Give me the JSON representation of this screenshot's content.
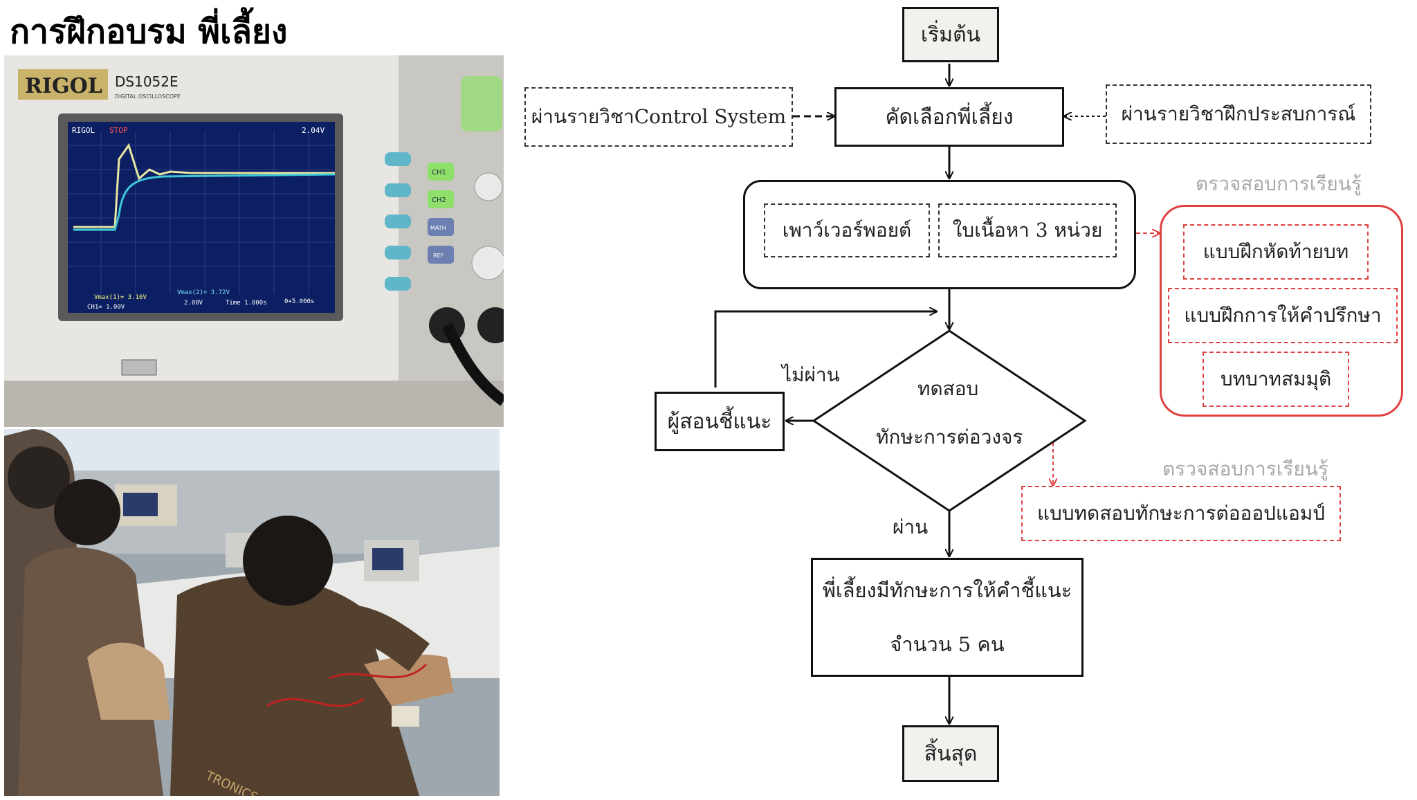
{
  "title": "การฝึกอบรม พี่เลี้ยง",
  "photos": {
    "oscilloscope": {
      "brand": "RIGOL",
      "model": "DS1052E",
      "model_sub": "DIGITAL OSCILLOSCOPE",
      "screen_header_brand": "RIGOL",
      "screen_status": "STOP",
      "screen_trigger": "2.04V",
      "readout_1": "Vmax(1)= 3.16V",
      "readout_2": "Vmax(2)= 3.72V",
      "ch1": "CH1= 1.00V",
      "ch2": "2.00V",
      "time": "Time 1.000s",
      "delay": "0+5.000s",
      "btn_ch1": "CH1",
      "btn_ch2": "CH2",
      "btn_math": "MATH",
      "btn_ref": "REF"
    },
    "lab_shirt_text": "TRONICS"
  },
  "flow": {
    "start": "เริ่มต้น",
    "select": "คัดเลือกพี่เลี้ยง",
    "pre_left": "ผ่านรายวิชาControl System",
    "pre_right": "ผ่านรายวิชาฝึกประสบการณ์",
    "material_1": "เพาว์เวอร์พอยต์",
    "material_2": "ใบเนื้อหา 3 หน่วย",
    "eval_label_1": "ตรวจสอบการเรียนรู้",
    "eval_items": [
      "แบบฝึกหัดท้ายบท",
      "แบบฝึกการให้คำปรึกษา",
      "บทบาทสมมุติ"
    ],
    "decision_line1": "ทดสอบ",
    "decision_line2": "ทักษะการต่อวงจร",
    "fail_label": "ไม่ผ่าน",
    "instructor": "ผู้สอนชี้แนะ",
    "pass_label": "ผ่าน",
    "eval_label_2": "ตรวจสอบการเรียนรู้",
    "eval_test": "แบบทดสอบทักษะการต่อออปแอมป์",
    "result_line1": "พี่เลี้ยงมีทักษะการให้คำชี้แนะ",
    "result_line2": "จำนวน 5 คน",
    "end": "สิ้นสุด"
  },
  "colors": {
    "accent_red": "#e04040",
    "line": "#111111",
    "scope_screen": "#0c1f63",
    "wave": "#e8e8a0"
  }
}
